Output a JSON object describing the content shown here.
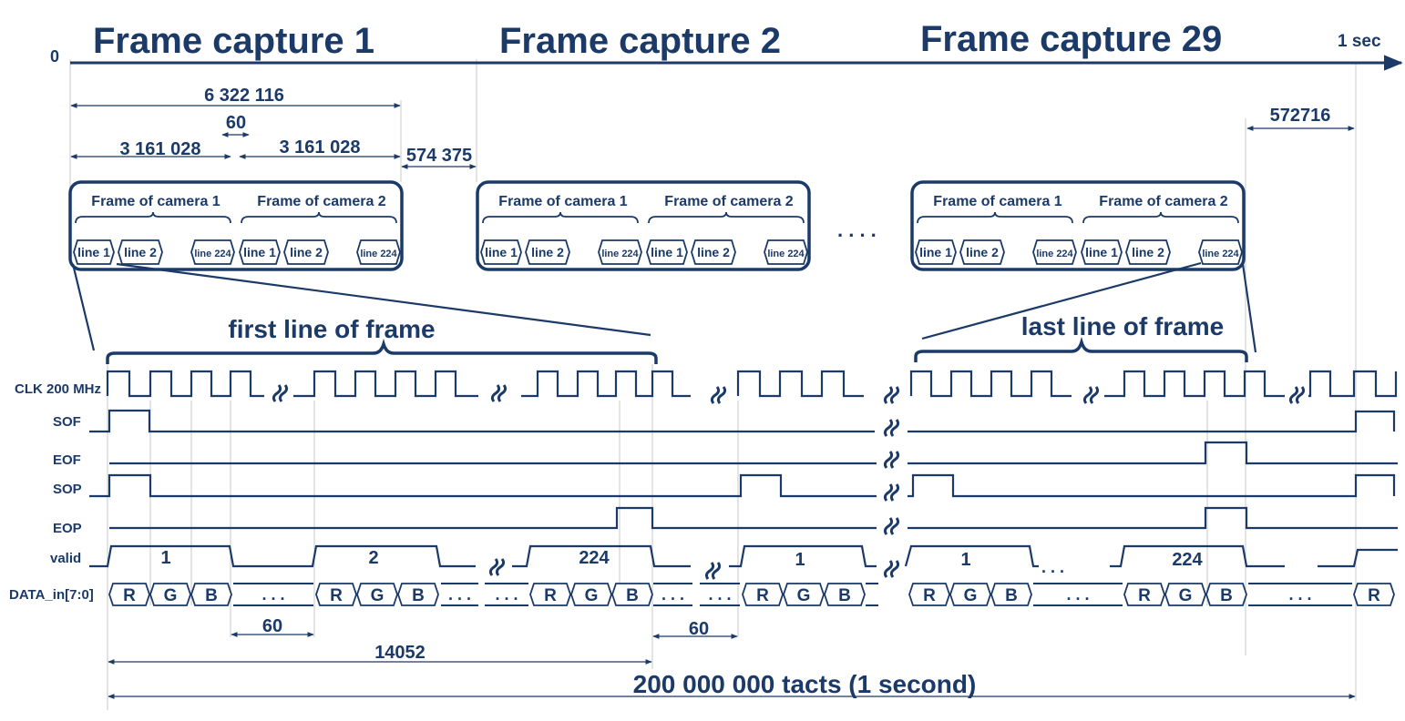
{
  "timeline": {
    "start": "0",
    "end": "1 sec"
  },
  "frame_captures": [
    "Frame capture 1",
    "Frame capture 2",
    "Frame capture 29"
  ],
  "dims": {
    "frame_total": "6 322 116",
    "half": "3 161 028",
    "gap_small": "60",
    "inter_frame": "574 375",
    "tail": "572716",
    "line_gap": "60",
    "line_len": "14052",
    "total": "200 000 000 tacts (1 second)"
  },
  "box": {
    "cam1": "Frame of camera 1",
    "cam2": "Frame of camera 2"
  },
  "lines": {
    "l1": "line 1",
    "l2": "line 2",
    "l224": "line 224"
  },
  "ellipsis": ". . . .",
  "brackets": {
    "first": "first line of frame",
    "last": "last line of frame"
  },
  "signals": [
    "CLK 200 MHz",
    "SOF",
    "EOF",
    "SOP",
    "EOP",
    "valid",
    "DATA_in[7:0]"
  ],
  "valid_labels": [
    "1",
    "2",
    "224",
    "1",
    "1",
    "224"
  ],
  "data": {
    "r": "R",
    "g": "G",
    "b": "B",
    "dots": ". . ."
  }
}
